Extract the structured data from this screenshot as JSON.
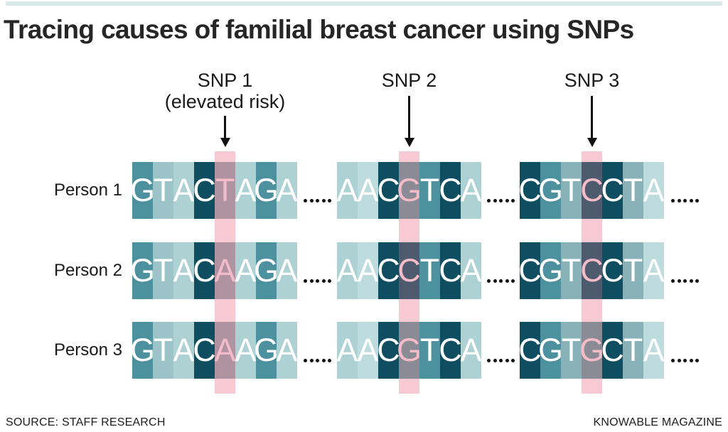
{
  "title": "Tracing causes of familial breast cancer using SNPs",
  "top_bar_color": "#D8E9E8",
  "stripe_color": "#F7C9D3",
  "highlight_letter_color": "#F4BCC9",
  "base_letter_color": "#FFFFFF",
  "palette": {
    "dark": "#0F4E61",
    "medium": "#4E919E",
    "medlight": "#89B2B8",
    "lightmed": "#9CC4C8",
    "light": "#AED2D4",
    "xlight": "#BEDCDD",
    "mauve": "#AF93A0",
    "gray": "#8B8B96",
    "slate": "#4E5A6D"
  },
  "snp_columns": [
    {
      "label": "SNP 1",
      "sublabel": "(elevated risk)"
    },
    {
      "label": "SNP 2",
      "sublabel": ""
    },
    {
      "label": "SNP 3",
      "sublabel": ""
    }
  ],
  "ellipsis": ".....",
  "rows": [
    {
      "name": "Person 1",
      "blocks": [
        {
          "sequence": "GTACTAGA",
          "highlight_index": 4,
          "cell_colors": [
            "medium",
            "lightmed",
            "light",
            "dark",
            "mauve",
            "light",
            "medium",
            "light"
          ]
        },
        {
          "sequence": "AACGTCA",
          "highlight_index": 3,
          "cell_colors": [
            "light",
            "xlight",
            "dark",
            "gray",
            "medium",
            "dark",
            "light"
          ]
        },
        {
          "sequence": "CGTCCTA",
          "highlight_index": 3,
          "cell_colors": [
            "dark",
            "medium",
            "medlight",
            "slate",
            "dark",
            "medlight",
            "xlight"
          ]
        }
      ]
    },
    {
      "name": "Person 2",
      "blocks": [
        {
          "sequence": "GTACAAGA",
          "highlight_index": 4,
          "cell_colors": [
            "medium",
            "lightmed",
            "light",
            "dark",
            "mauve",
            "light",
            "medium",
            "light"
          ]
        },
        {
          "sequence": "AACCTCA",
          "highlight_index": 3,
          "cell_colors": [
            "light",
            "xlight",
            "dark",
            "slate",
            "medium",
            "dark",
            "light"
          ]
        },
        {
          "sequence": "CGTCCTA",
          "highlight_index": 3,
          "cell_colors": [
            "dark",
            "medium",
            "medlight",
            "slate",
            "dark",
            "medlight",
            "xlight"
          ]
        }
      ]
    },
    {
      "name": "Person 3",
      "blocks": [
        {
          "sequence": "GTACAAGA",
          "highlight_index": 4,
          "cell_colors": [
            "medium",
            "lightmed",
            "light",
            "dark",
            "mauve",
            "light",
            "medium",
            "light"
          ]
        },
        {
          "sequence": "AACGTCA",
          "highlight_index": 3,
          "cell_colors": [
            "light",
            "xlight",
            "dark",
            "gray",
            "medium",
            "dark",
            "light"
          ]
        },
        {
          "sequence": "CGTGCTA",
          "highlight_index": 3,
          "cell_colors": [
            "dark",
            "medium",
            "medlight",
            "gray",
            "dark",
            "medlight",
            "xlight"
          ]
        }
      ]
    }
  ],
  "footer": {
    "source": "SOURCE: STAFF RESEARCH",
    "credit": "KNOWABLE MAGAZINE"
  }
}
